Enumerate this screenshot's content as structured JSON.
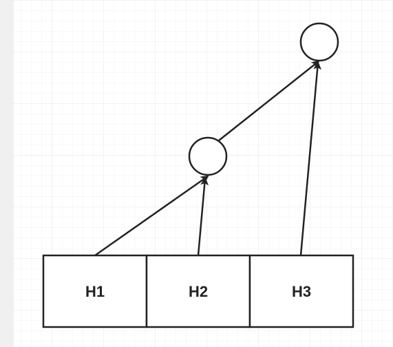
{
  "diagram": {
    "boxes": [
      {
        "id": "h1",
        "label": "H1"
      },
      {
        "id": "h2",
        "label": "H2"
      },
      {
        "id": "h3",
        "label": "H3"
      }
    ],
    "nodes": [
      {
        "id": "top-node",
        "label": ""
      },
      {
        "id": "middle-node",
        "label": ""
      }
    ],
    "edges": [
      {
        "from": "h1",
        "to": "middle-node"
      },
      {
        "from": "h2",
        "to": "middle-node"
      },
      {
        "from": "middle-node",
        "to": "top-node"
      },
      {
        "from": "h3",
        "to": "top-node"
      }
    ]
  },
  "colors": {
    "line": "#222222",
    "background": "#ffffff",
    "grid": "#e9e9e9",
    "left_strip": "#f0f0f0"
  }
}
